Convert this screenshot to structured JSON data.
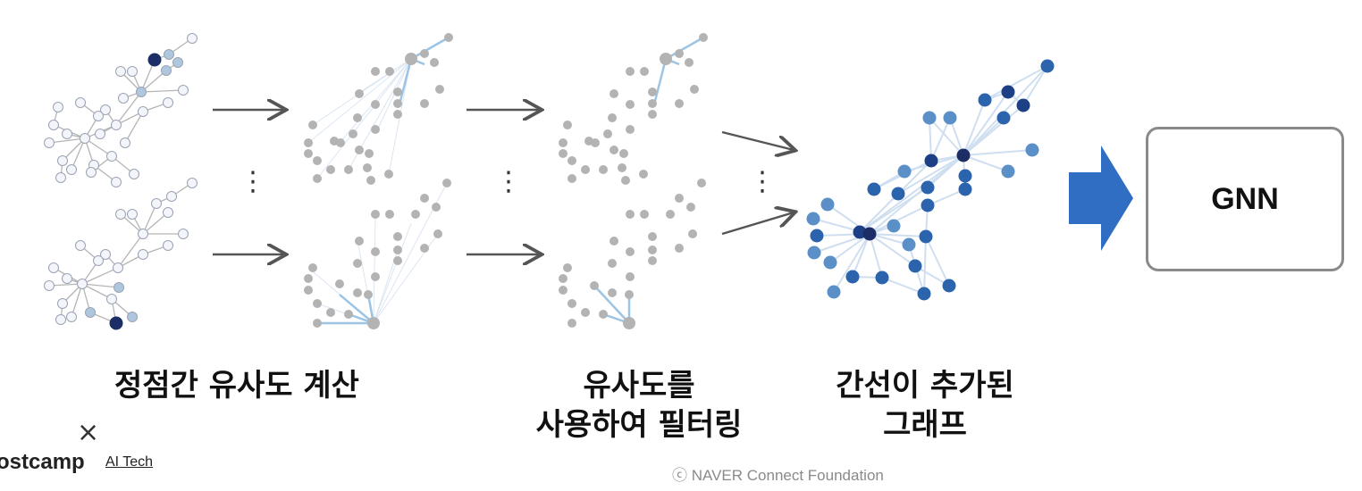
{
  "labels": {
    "step1": "정점간 유사도 계산",
    "step2_line1": "유사도를",
    "step2_line2": "사용하여 필터링",
    "step3_line1": "간선이 추가된",
    "step3_line2": "그래프"
  },
  "model_box": {
    "label": "GNN"
  },
  "ellipsis": "⋮",
  "footer": {
    "copyright": "ⓒ  NAVER Connect Foundation"
  },
  "logo": {
    "mark": "×",
    "name": "ostcamp",
    "sub": "AI Tech"
  },
  "colors": {
    "arrow": "#555555",
    "big_arrow": "#2f6ec3",
    "node_light": "#f3f5fa",
    "node_gray": "#b3b3b3",
    "node_dark": "#1d2e66",
    "node_mid": "#2b63ad",
    "node_soft": "#5a8fc8",
    "edge_light": "#cfdff0"
  }
}
